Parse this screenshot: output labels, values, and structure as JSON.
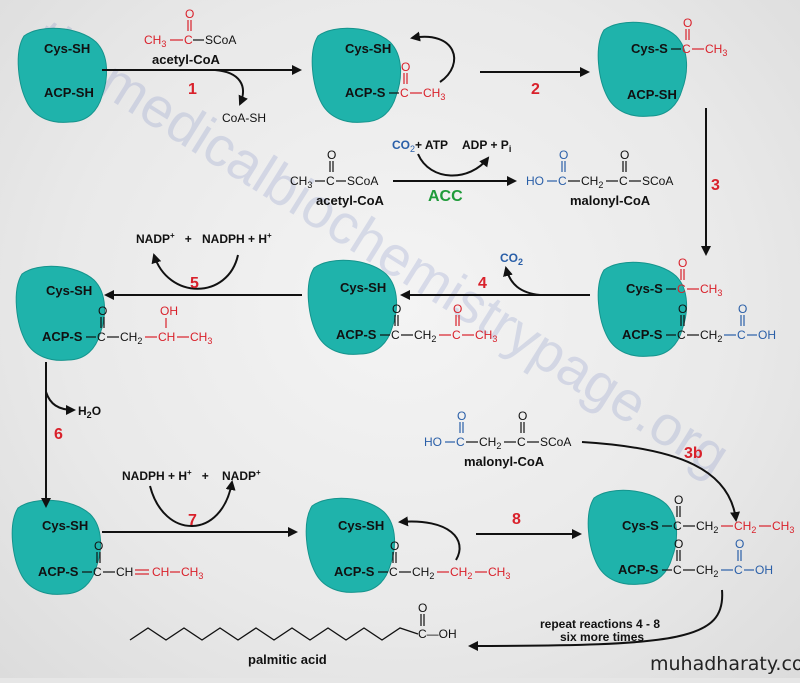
{
  "cys_sh": "Cys-SH",
  "acp_sh": "ACP-SH",
  "cys_s": "Cys-S",
  "acp_s": "ACP-S",
  "acetyl_coa": "acetyl-CoA",
  "malonyl_coa": "malonyl-CoA",
  "coa_sh": "CoA-SH",
  "scoa": "SCoA",
  "ch3": "CH",
  "sub3": "3",
  "ch2": "CH",
  "sub2": "2",
  "ch": "CH",
  "c": "C",
  "o": "O",
  "oh": "OH",
  "ho": "HO",
  "co2": "CO",
  "atp": "+ ATP",
  "adp": "ADP + P",
  "pi_sub": "i",
  "acc": "ACC",
  "nadp_left": "NADP",
  "plus": "+",
  "nadph": "NADPH + H",
  "h2o": "H",
  "h2o_o": "O",
  "repeat_1": "repeat reactions 4 - 8",
  "repeat_2": "six more times",
  "palmitic": "palmitic acid",
  "cooh": "C—OH",
  "steps": {
    "s1": "1",
    "s2": "2",
    "s3": "3",
    "s3b": "3b",
    "s4": "4",
    "s5": "5",
    "s6": "6",
    "s7": "7",
    "s8": "8"
  },
  "watermark": "themedicalbiochemistrypage.org",
  "footer": "muhadharaty.com",
  "colors": {
    "enzyme": "#1fb3ab",
    "red": "#d9212b",
    "blue": "#2a5fa8",
    "green": "#1f9b3a"
  }
}
